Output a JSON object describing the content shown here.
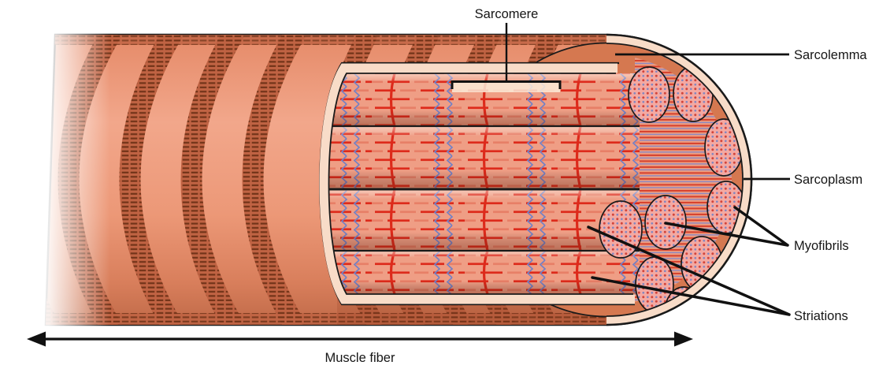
{
  "labels": {
    "sarcomere": "Sarcomere",
    "sarcolemma": "Sarcolemma",
    "sarcoplasm": "Sarcoplasm",
    "myofibrils": "Myofibrils",
    "striations": "Striations",
    "muscle_fiber": "Muscle fiber"
  },
  "colors": {
    "body_salmon": "#F2A78B",
    "band_dark_orange": "#C06343",
    "band_hatch_brown": "#723419",
    "membrane_cream": "#F8DCC8",
    "sarcoplasm_orange": "#D57850",
    "myofibril_background": "#EF9E85",
    "filament_red": "#DD2A1B",
    "zigzag_blue": "#7380C5",
    "cross_section_pink": "#F4A9A2",
    "cross_section_dot_red": "#D2443A",
    "cross_section_dot_blue": "#7E86C2",
    "outline_black": "#1A1A1A"
  }
}
